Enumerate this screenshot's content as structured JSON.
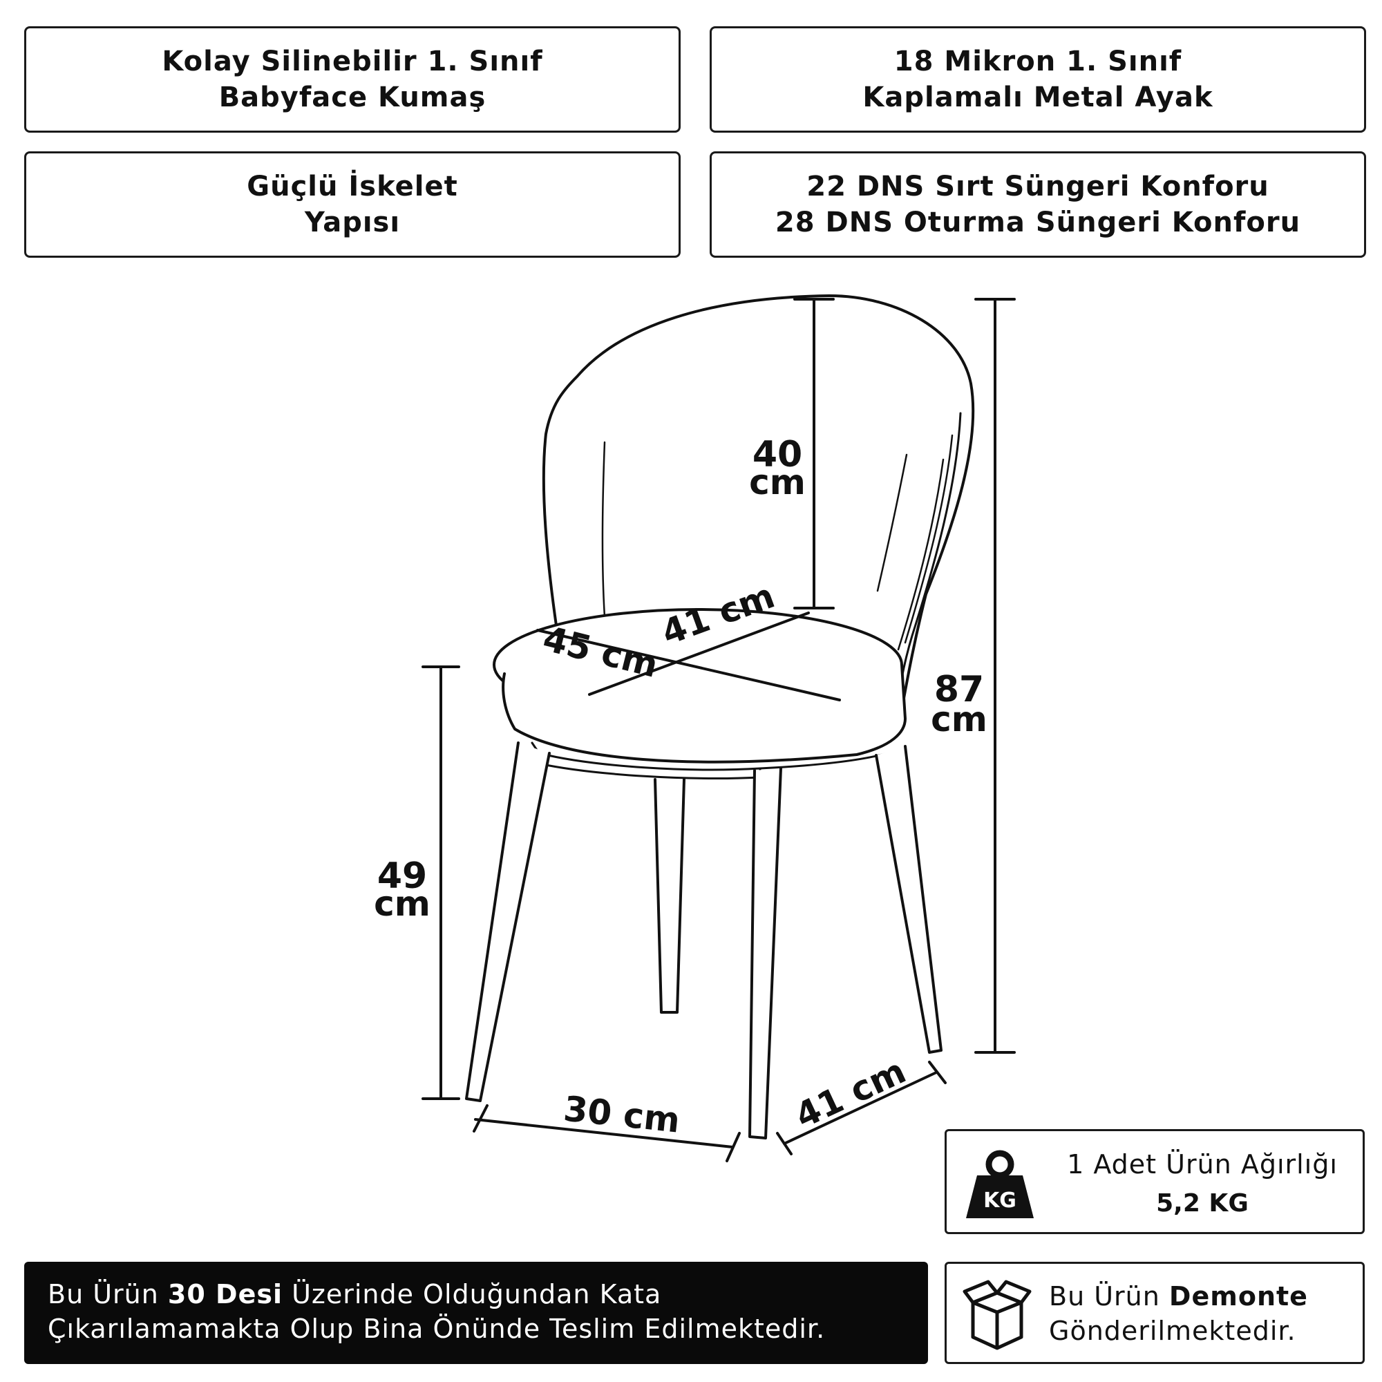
{
  "features": {
    "fabric": {
      "line1": "Kolay Silinebilir 1. Sınıf",
      "line2": "Babyface Kumaş"
    },
    "legs": {
      "line1": "18 Mikron 1. Sınıf",
      "line2": "Kaplamalı Metal Ayak"
    },
    "frame": {
      "line1": "Güçlü İskelet",
      "line2": "Yapısı"
    },
    "foam": {
      "line1": "22 DNS Sırt Süngeri Konforu",
      "line2": "28 DNS Oturma Süngeri Konforu"
    }
  },
  "dimensions": {
    "backrest": {
      "value": "40",
      "unit": "cm"
    },
    "total_height": {
      "value": "87",
      "unit": "cm"
    },
    "seat_height": {
      "value": "49",
      "unit": "cm"
    },
    "seat_width": "41 cm",
    "seat_depth": "45 cm",
    "base_width": "30 cm",
    "base_depth": "41 cm"
  },
  "weight": {
    "icon": "kg-weight-icon",
    "icon_text": "KG",
    "label": "1 Adet Ürün Ağırlığı",
    "value": "5,2 KG"
  },
  "notice": {
    "pre": "Bu Ürün ",
    "bold": "30 Desi",
    "post": " Üzerinde Olduğundan Kata",
    "line2": "Çıkarılamamakta Olup Bina Önünde Teslim Edilmektedir."
  },
  "demonte": {
    "icon": "box-icon",
    "pre": "Bu Ürün ",
    "bold": "Demonte",
    "line2": "Gönderilmektedir."
  }
}
